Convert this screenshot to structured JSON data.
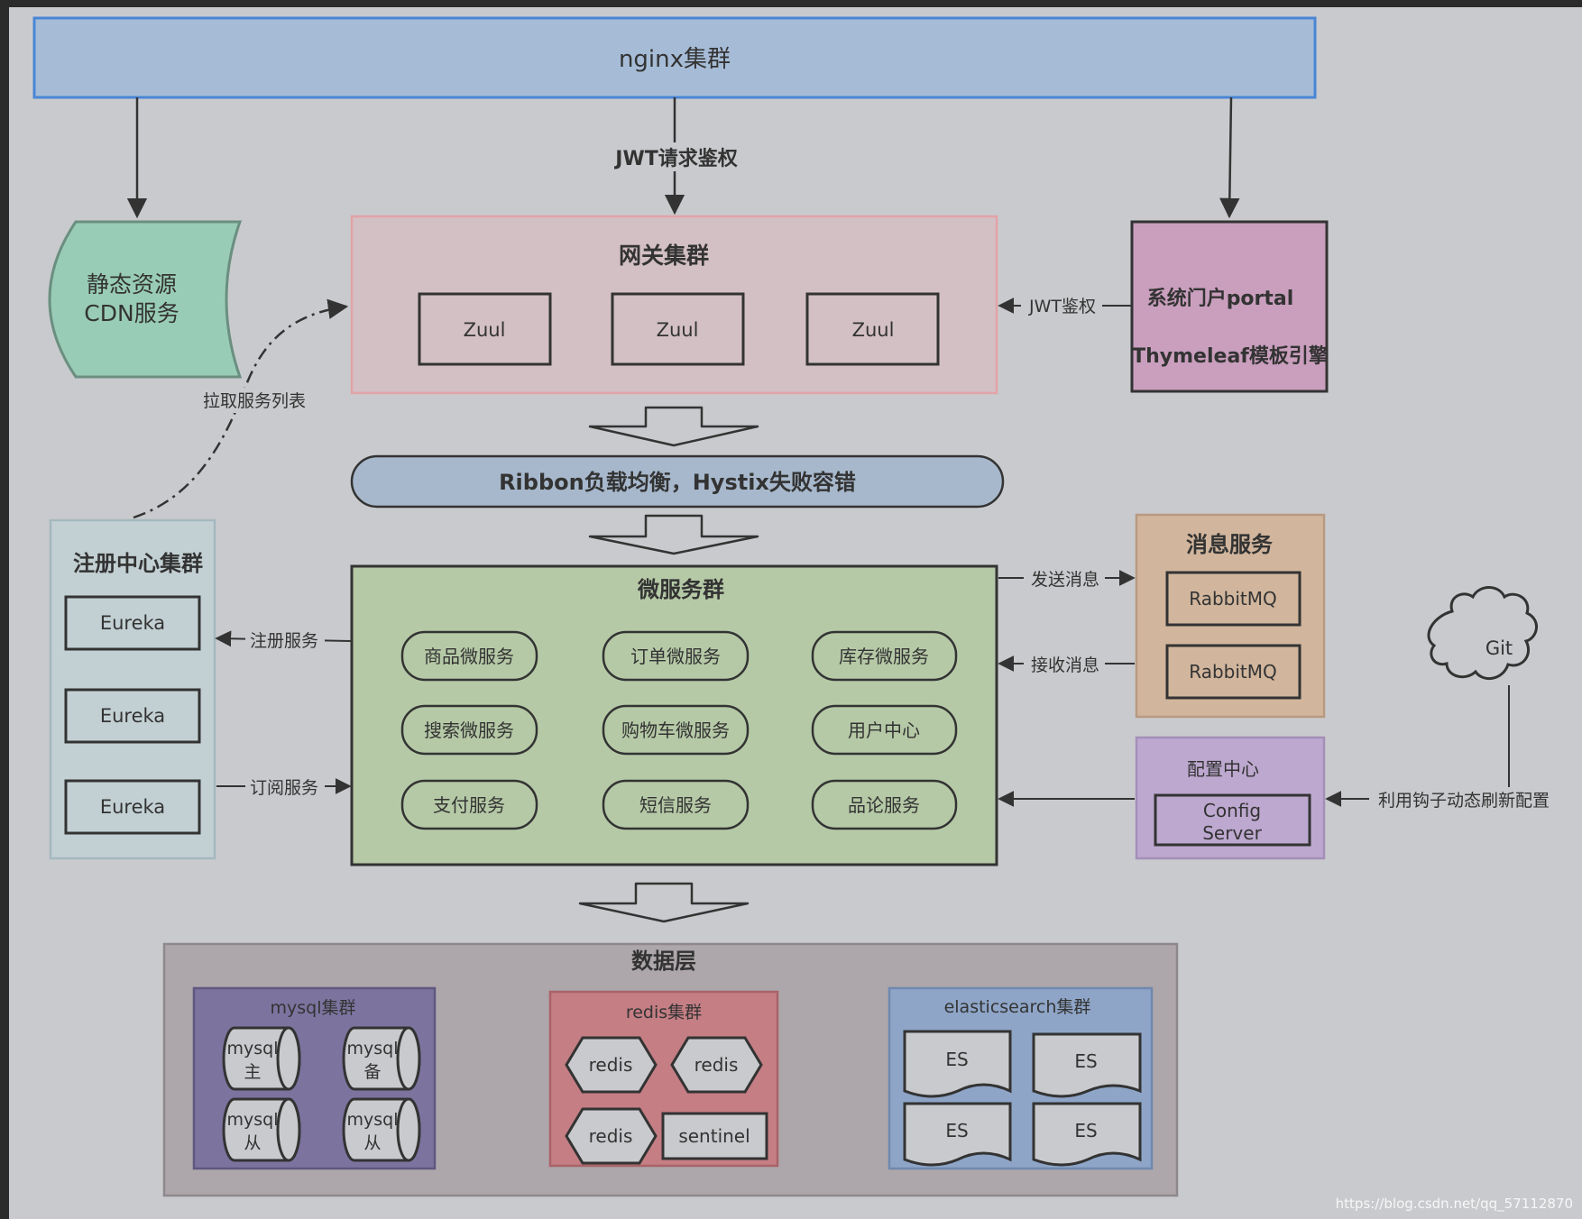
{
  "nginx": {
    "label": "nginx集群"
  },
  "jwt_request": {
    "label": "JWT请求鉴权"
  },
  "cdn": {
    "line1": "静态资源",
    "line2": "CDN服务"
  },
  "gateway": {
    "title": "网关集群",
    "nodes": [
      "Zuul",
      "Zuul",
      "Zuul"
    ]
  },
  "portal": {
    "line1": "系统门户portal",
    "line2": "Thymeleaf模板引擎"
  },
  "jwt_auth": {
    "label": "JWT鉴权"
  },
  "pull_services": {
    "label": "拉取服务列表"
  },
  "ribbon": {
    "label": "Ribbon负载均衡，Hystix失败容错"
  },
  "registry": {
    "title": "注册中心集群",
    "nodes": [
      "Eureka",
      "Eureka",
      "Eureka"
    ]
  },
  "register_service": {
    "label": "注册服务"
  },
  "subscribe_service": {
    "label": "订阅服务"
  },
  "microservices": {
    "title": "微服务群",
    "items": [
      "商品微服务",
      "订单微服务",
      "库存微服务",
      "搜索微服务",
      "购物车微服务",
      "用户中心",
      "支付服务",
      "短信服务",
      "品论服务"
    ]
  },
  "message": {
    "title": "消息服务",
    "nodes": [
      "RabbitMQ",
      "RabbitMQ"
    ]
  },
  "send_msg": {
    "label": "发送消息"
  },
  "recv_msg": {
    "label": "接收消息"
  },
  "config": {
    "title": "配置中心",
    "line1": "Config",
    "line2": "Server"
  },
  "git": {
    "label": "Git"
  },
  "hook_refresh": {
    "label": "利用钩子动态刷新配置"
  },
  "data_layer": {
    "title": "数据层"
  },
  "mysql": {
    "title": "mysql集群",
    "nodes": [
      {
        "l1": "mysql",
        "l2": "主"
      },
      {
        "l1": "mysql",
        "l2": "备"
      },
      {
        "l1": "mysql",
        "l2": "从"
      },
      {
        "l1": "mysql",
        "l2": "从"
      }
    ]
  },
  "redis": {
    "title": "redis集群",
    "nodes": [
      "redis",
      "redis",
      "redis"
    ],
    "sentinel": "sentinel"
  },
  "es": {
    "title": "elasticsearch集群",
    "nodes": [
      "ES",
      "ES",
      "ES",
      "ES"
    ]
  },
  "watermark": {
    "label": "https://blog.csdn.net/qq_57112870"
  },
  "colors": {
    "canvas": "#c9cacd",
    "nginx": "#a6bcd6",
    "gateway": "#d3c0c4",
    "cdn": "#99ccb6",
    "portal": "#c99fbd",
    "ribbon": "#a7b8cc",
    "registry": "#c3d0d3",
    "micro": "#b5c9a6",
    "message": "#d1b69d",
    "config": "#bda8cf",
    "data_layer": "#ada6aa",
    "mysql": "#7c749f",
    "redis": "#c47e84",
    "es": "#8ea5c7"
  }
}
